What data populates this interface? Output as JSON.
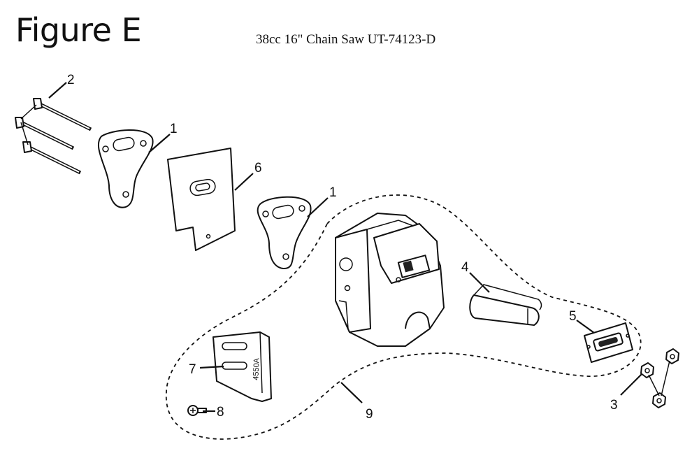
{
  "figure": {
    "title": "Figure E",
    "subtitle": "38cc 16\" Chain Saw UT-74123-D"
  },
  "callouts": {
    "c1a": "1",
    "c1b": "1",
    "c2": "2",
    "c3": "3",
    "c4": "4",
    "c5": "5",
    "c6": "6",
    "c7": "7",
    "c8": "8",
    "c9": "9"
  },
  "part_markings": {
    "bracket_code": "4550A"
  }
}
